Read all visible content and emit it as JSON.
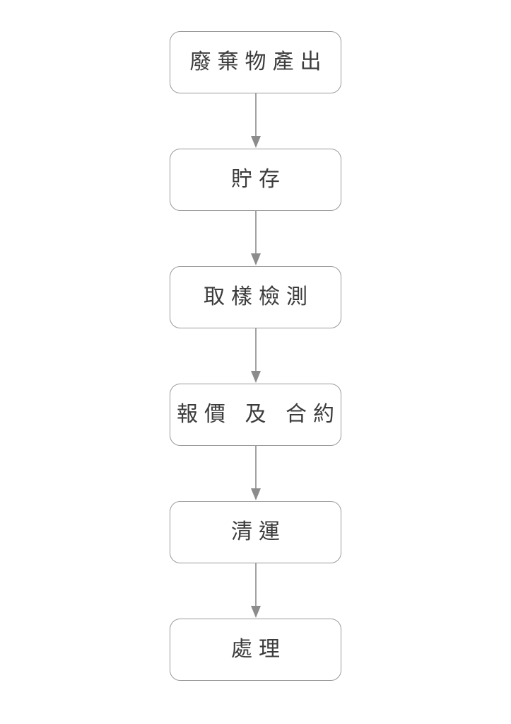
{
  "diagram": {
    "title": "",
    "type": "flowchart",
    "orientation": "vertical",
    "background_color": "#ffffff",
    "node_border_color": "#9a9a9a",
    "node_fill_color": "#ffffff",
    "node_text_color": "#3c3c3c",
    "connector_color": "#8c8c8c",
    "nodes": [
      {
        "id": "node-1",
        "label": "廢棄物產出"
      },
      {
        "id": "node-2",
        "label": "貯存"
      },
      {
        "id": "node-3",
        "label": "取樣檢測"
      },
      {
        "id": "node-4",
        "label": "報價 及 合約"
      },
      {
        "id": "node-5",
        "label": "清運"
      },
      {
        "id": "node-6",
        "label": "處理"
      }
    ],
    "connectors": [
      {
        "id": "connector-1",
        "from": "node-1",
        "to": "node-2",
        "arrow": "down"
      },
      {
        "id": "connector-2",
        "from": "node-2",
        "to": "node-3",
        "arrow": "down"
      },
      {
        "id": "connector-3",
        "from": "node-3",
        "to": "node-4",
        "arrow": "down"
      },
      {
        "id": "connector-4",
        "from": "node-4",
        "to": "node-5",
        "arrow": "down"
      },
      {
        "id": "connector-5",
        "from": "node-5",
        "to": "node-6",
        "arrow": "down"
      }
    ]
  }
}
